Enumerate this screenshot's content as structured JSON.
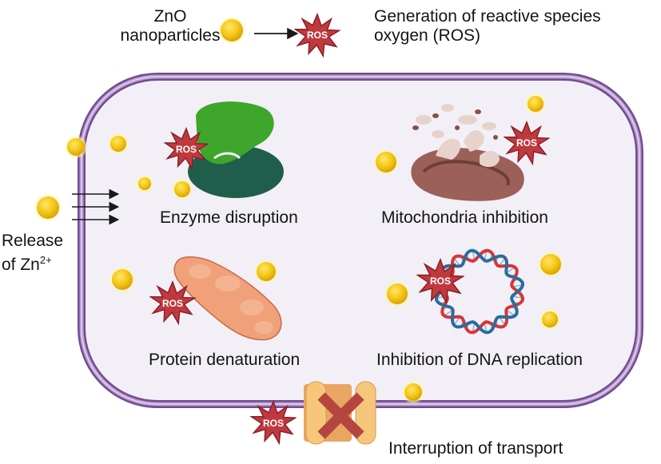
{
  "legend": {
    "nanoparticle_label_line1": "ZnO",
    "nanoparticle_label_line2": "nanoparticles",
    "ros_label_line1": "Generation of reactive species",
    "ros_label_line2": "oxygen (ROS)"
  },
  "ros_badge_text": "ROS",
  "release": {
    "line1": "Release",
    "line2_prefix": "of Zn",
    "superscript": "2+"
  },
  "mechanisms": {
    "enzyme": "Enzyme disruption",
    "mitochondria": "Mitochondria inhibition",
    "protein": "Protein denaturation",
    "dna": "Inhibition of DNA replication",
    "transport": "Interruption of transport"
  },
  "colors": {
    "membrane_dark": "#744a93",
    "membrane_light": "#b59bcb",
    "cytoplasm": "#f2eff7",
    "ros_fill": "#c0393f",
    "ros_stroke": "#8a1f24",
    "nanoparticle": "#f3c613",
    "enzyme_light": "#3fa62c",
    "enzyme_dark": "#1f5e4b",
    "protein": "#f0a17a",
    "mitochondria": "#9b6058",
    "dna_red": "#d63638",
    "dna_blue": "#2c6c9c",
    "transport": "#f6c77b",
    "cross": "#b4463f"
  }
}
